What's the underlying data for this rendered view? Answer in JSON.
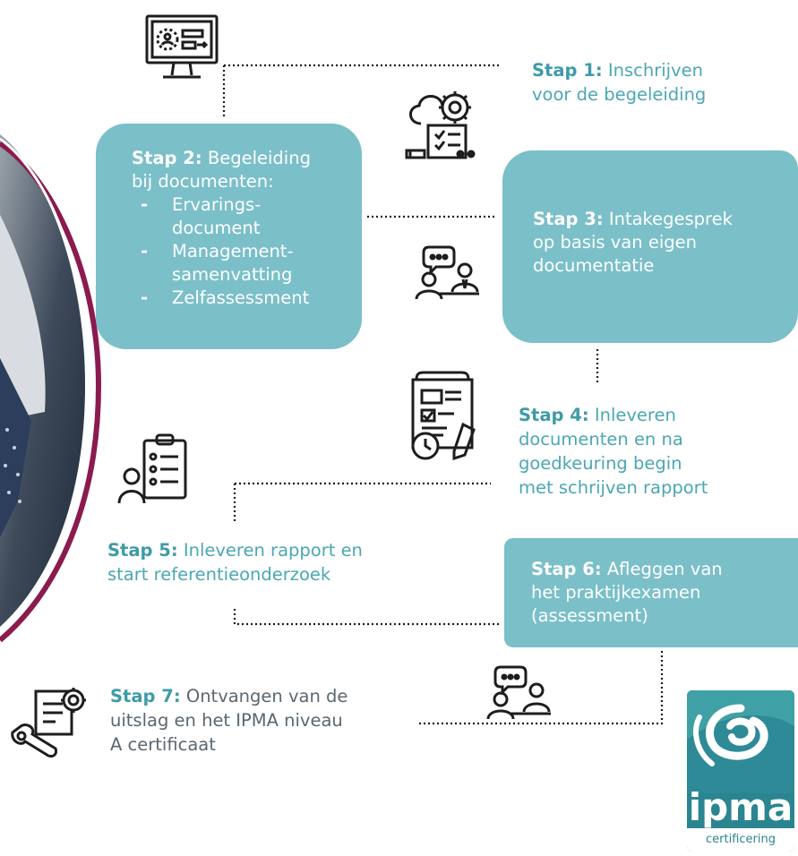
{
  "steps": {
    "s1": {
      "label": "Stap 1:",
      "lines": [
        "Inschrijven",
        "voor de begeleiding"
      ]
    },
    "s2": {
      "label": "Stap 2:",
      "line1": "Begeleiding",
      "line2": "bij documenten:",
      "items": [
        [
          "Ervarings-",
          "document"
        ],
        [
          "Management-",
          "samenvatting"
        ],
        [
          "Zelfassessment"
        ]
      ]
    },
    "s3": {
      "label": "Stap 3:",
      "lines": [
        "Intakegesprek",
        "op basis van eigen",
        "documentatie"
      ]
    },
    "s4": {
      "label": "Stap 4:",
      "lines": [
        "Inleveren",
        "documenten en na",
        "goedkeuring begin",
        "met schrijven rapport"
      ]
    },
    "s5": {
      "label": "Stap 5:",
      "lines": [
        "Inleveren rapport en",
        "start referentieonderzoek"
      ]
    },
    "s6": {
      "label": "Stap 6:",
      "lines": [
        "Afleggen van",
        "het praktijkexamen",
        "(assessment)"
      ]
    },
    "s7": {
      "label": "Stap 7:",
      "lines": [
        "Ontvangen van de",
        "uitslag en het IPMA niveau",
        "A certificaat"
      ]
    }
  },
  "bullet": "-",
  "logo": {
    "brand": "ipma",
    "sub": "certificering"
  },
  "colors": {
    "accent": "#4aa7b4",
    "card": "#7bbfc9",
    "frame": "#8b1a4f",
    "logo": "#2b8590"
  }
}
